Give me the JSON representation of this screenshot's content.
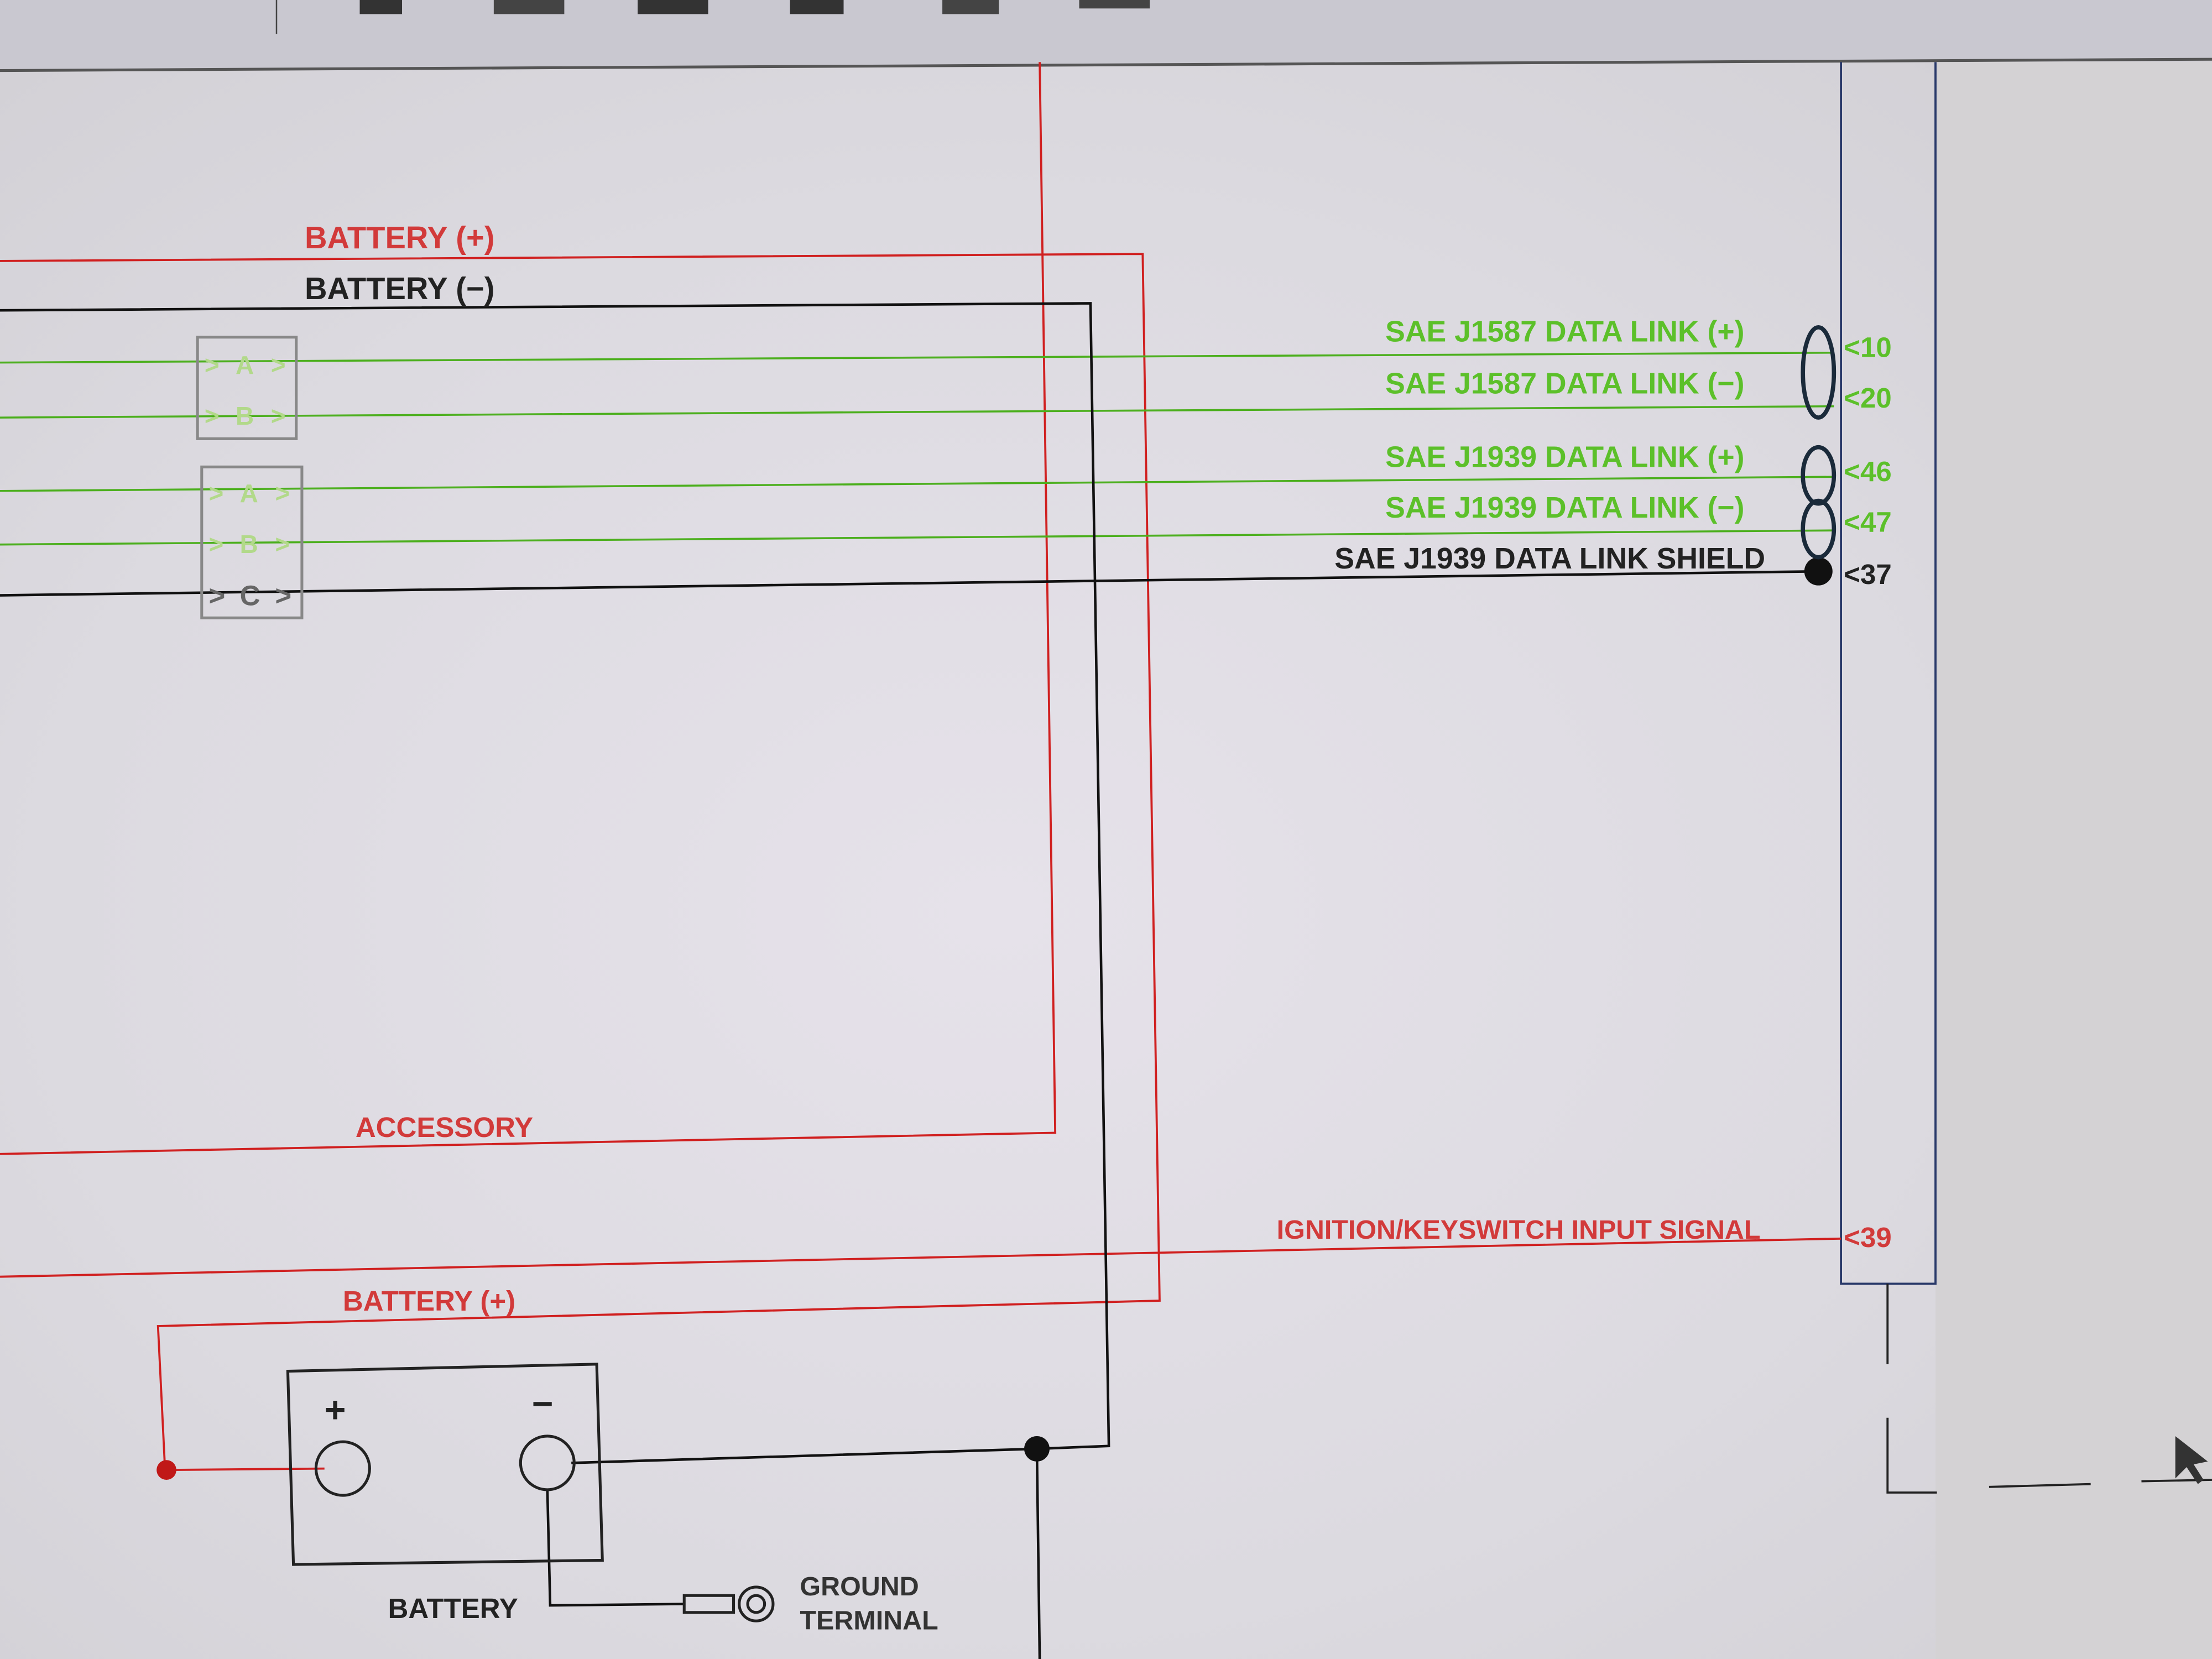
{
  "colors": {
    "power": "#d02020",
    "ground": "#111111",
    "datalink": "#4caf1e",
    "background": "#e2e0e6"
  },
  "toolbar": {
    "icons": [
      "comment-icon",
      "pen-icon",
      "eraser-icon",
      "edit-icon",
      "page-icon",
      "arrows-icon"
    ]
  },
  "wires": {
    "battery_pos_top": "BATTERY (+)",
    "battery_neg_top": "BATTERY (−)",
    "j1587_pos": "SAE J1587 DATA LINK (+)",
    "j1587_neg": "SAE J1587 DATA LINK (−)",
    "j1939_pos": "SAE J1939 DATA LINK (+)",
    "j1939_neg": "SAE J1939 DATA LINK (−)",
    "j1939_shield": "SAE J1939 DATA LINK SHIELD",
    "accessory": "ACCESSORY",
    "ignition": "IGNITION/KEYSWITCH INPUT SIGNAL",
    "battery_pos_bottom": "BATTERY (+)"
  },
  "pins": {
    "j1587_pos": "<10",
    "j1587_neg": "<20",
    "j1939_pos": "<46",
    "j1939_neg": "<47",
    "shield": "<37",
    "ignition": "<39"
  },
  "connectors": {
    "connector1": [
      ">",
      "A",
      ">",
      ">",
      "B",
      ">"
    ],
    "connector2": [
      ">",
      "A",
      ">",
      ">",
      "B",
      ">",
      ">",
      "C",
      ">"
    ]
  },
  "battery": {
    "label": "BATTERY",
    "plus": "+",
    "minus": "−"
  },
  "ground_terminal": {
    "line1": "GROUND",
    "line2": "TERMINAL"
  }
}
